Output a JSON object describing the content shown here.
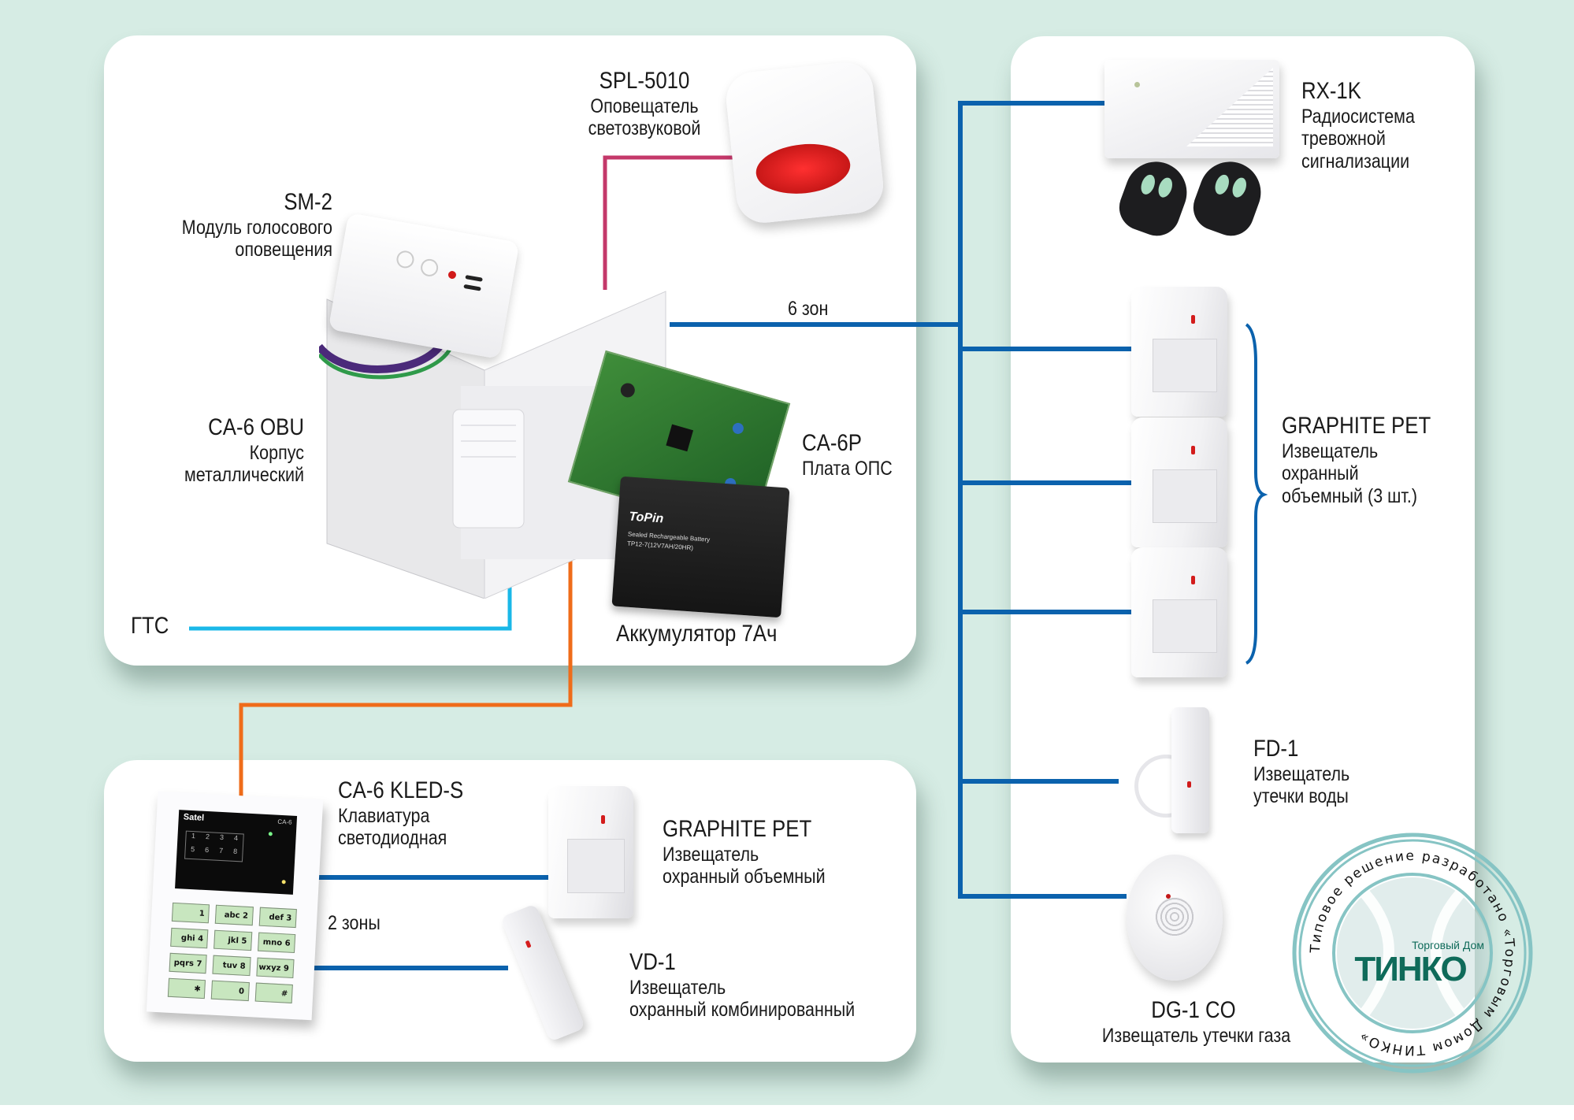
{
  "colors": {
    "background": "#d6ece4",
    "panel": "#ffffff",
    "zone_bus": "#0b62ad",
    "siren_wire": "#c4386a",
    "phone_wire": "#1ab8e8",
    "keypad_bus": "#ef6c1a",
    "stamp": "#86c4c4",
    "stamp_logo": "#0f6b5a"
  },
  "main_panel": {
    "sm2": {
      "model": "SM-2",
      "desc_lines": [
        "Модуль голосового",
        "оповещения"
      ]
    },
    "spl": {
      "model": "SPL-5010",
      "desc_lines": [
        "Оповещатель",
        "светозвуковой"
      ]
    },
    "enclosure": {
      "model": "CA-6 OBU",
      "desc_lines": [
        "Корпус",
        "металлический"
      ]
    },
    "board": {
      "model": "CA-6P",
      "desc_lines": [
        "Плата ОПС"
      ]
    },
    "battery": {
      "label": "Аккумулятор 7Ач",
      "brand": "ToPin",
      "battery_text": [
        "Sealed Rechargeable Battery",
        "TP12-7(12V7AH/20HR)"
      ]
    },
    "gts_label": "ГТС",
    "zones_label": "6 зон"
  },
  "bottom_panel": {
    "keypad": {
      "model": "CA-6 KLED-S",
      "desc_lines": [
        "Клавиатура",
        "светодиодная"
      ],
      "brand": "Satel",
      "device_tag": "CA-6",
      "zone_leds": [
        "1",
        "2",
        "3",
        "4",
        "5",
        "6",
        "7",
        "8"
      ],
      "keys": [
        "1",
        "abc 2",
        "def 3",
        "ghi 4",
        "jkl 5",
        "mno 6",
        "pqrs 7",
        "tuv 8",
        "wxyz 9",
        "✱",
        "0",
        "#"
      ]
    },
    "zones_label": "2 зоны",
    "graphite": {
      "model": "GRAPHITE PET",
      "desc_lines": [
        "Извещатель",
        "охранный объемный"
      ]
    },
    "vd1": {
      "model": "VD-1",
      "desc_lines": [
        "Извещатель",
        "охранный комбинированный"
      ]
    }
  },
  "right_panel": {
    "rx1k": {
      "model": "RX-1K",
      "desc_lines": [
        "Радиосистема",
        "тревожной",
        "сигнализации"
      ]
    },
    "graphite_group": {
      "model": "GRAPHITE PET",
      "desc_lines": [
        "Извещатель",
        "охранный",
        "объемный (3 шт.)"
      ],
      "count": 3
    },
    "fd1": {
      "model": "FD-1",
      "desc_lines": [
        "Извещатель",
        "утечки воды"
      ]
    },
    "dg1": {
      "model": "DG-1 CO",
      "desc_lines": [
        "Извещатель утечки газа"
      ]
    }
  },
  "stamp": {
    "ring_text": "Типовое решение разработано «Торговым Домом ТИНКО»",
    "logo_small": "Торговый Дом",
    "logo_big": "ТИНКО"
  }
}
